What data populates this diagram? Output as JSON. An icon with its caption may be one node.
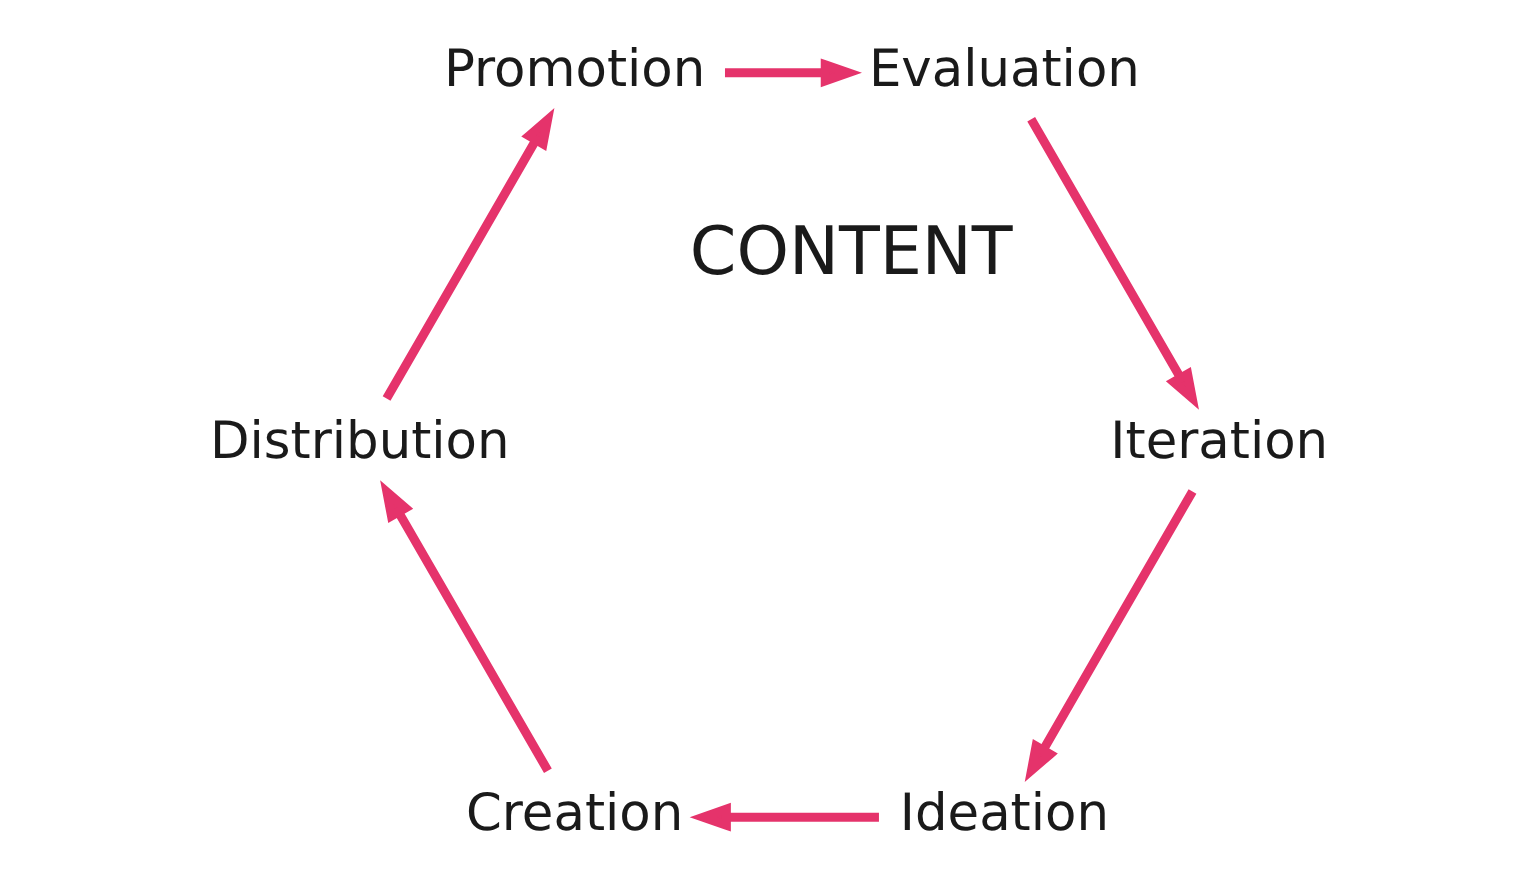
{
  "diagram": {
    "nodes": [
      {
        "text": [
          "Ideation"
        ]
      },
      {
        "text": [
          "Creation"
        ]
      },
      {
        "text": [
          "Distribution"
        ]
      },
      {
        "text": [
          "Promotion"
        ]
      },
      {
        "text": [
          "Evaluation"
        ]
      },
      {
        "text": [
          "Iteration"
        ]
      }
    ],
    "edges": [
      {
        "from": 0,
        "to": 1,
        "arrow": "to"
      },
      {
        "from": 1,
        "to": 2,
        "arrow": "to"
      },
      {
        "from": 2,
        "to": 3,
        "arrow": "to"
      },
      {
        "from": 3,
        "to": 4,
        "arrow": "to"
      },
      {
        "from": 4,
        "to": 5,
        "arrow": "to"
      },
      {
        "from": 5,
        "to": 0,
        "arrow": "to"
      }
    ],
    "labels": [
      "CONTENT"
    ]
  }
}
